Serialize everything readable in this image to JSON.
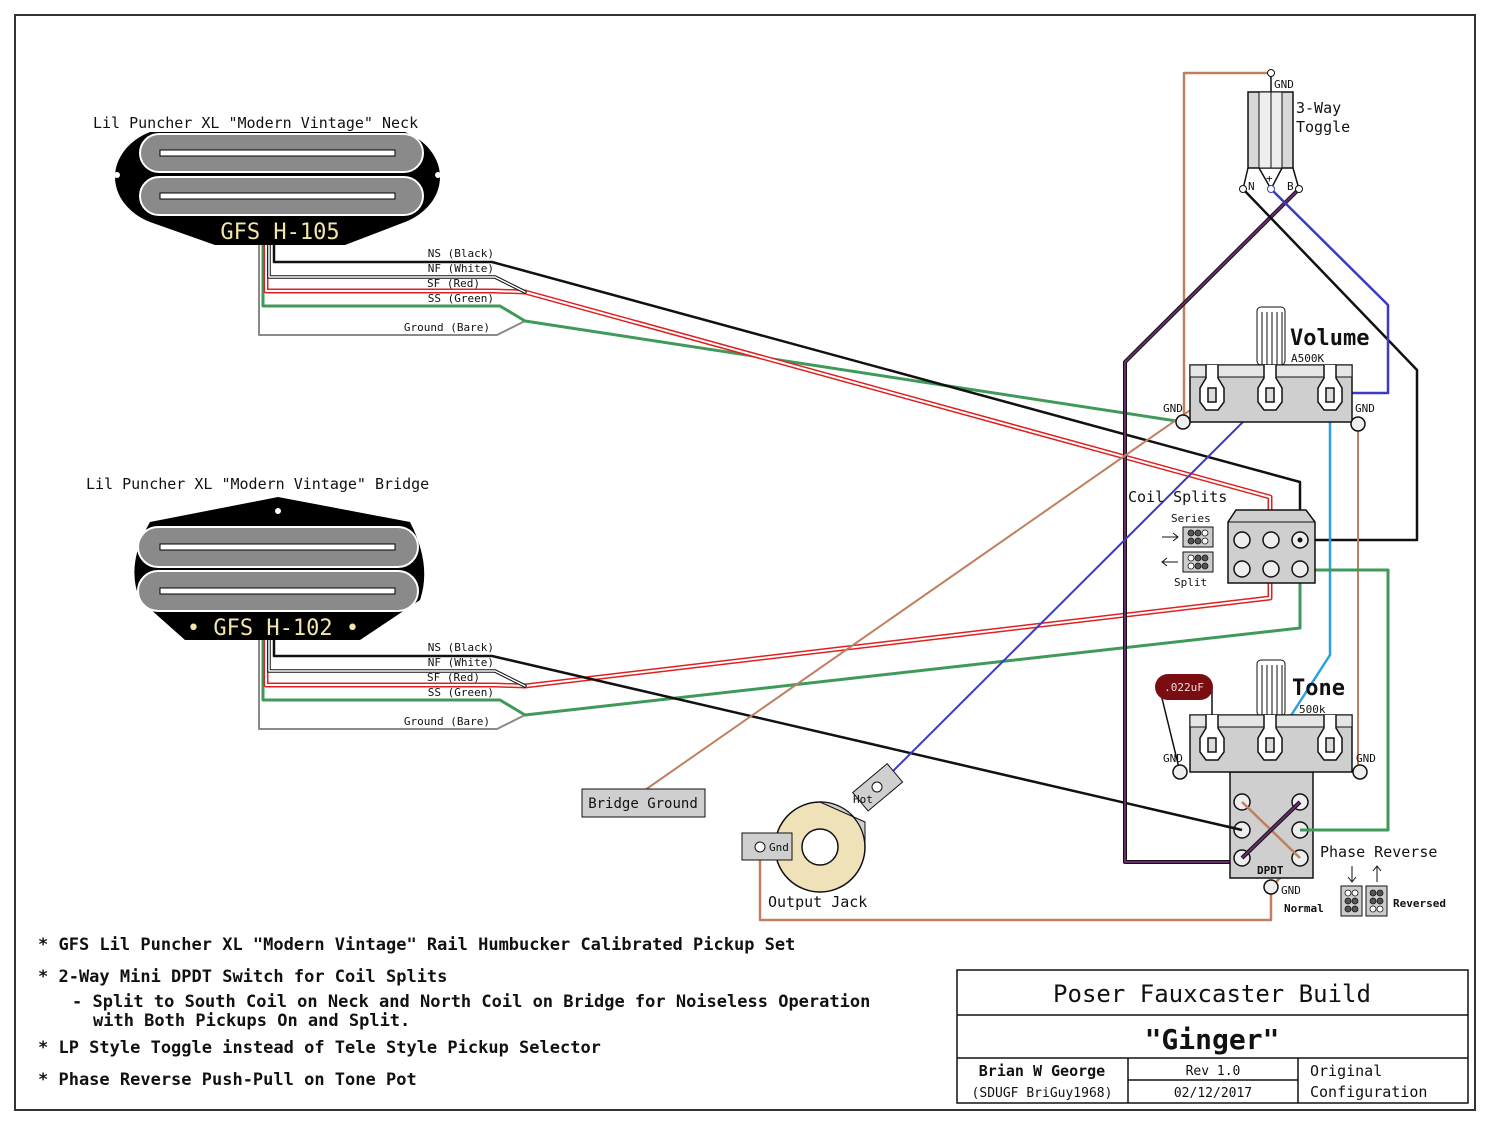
{
  "colors": {
    "black": "#111111",
    "white_wire": "#ffffff",
    "red": "#e02020",
    "green": "#3f9a5a",
    "bare": "#8a8a8a",
    "brown": "#c08060",
    "purple": "#4a1c4f",
    "blue": "#3a3ac8",
    "light_blue": "#2aa0e0",
    "pot_body": "#cfcfcf",
    "capacitor": "#7a0d12",
    "jack": "#f0e2b8"
  },
  "neck_pickup": {
    "title": "Lil Puncher XL \"Modern Vintage\" Neck",
    "model": "GFS H-105",
    "wires": [
      "NS (Black)",
      "NF (White)",
      "SF (Red)",
      "SS (Green)",
      "Ground (Bare)"
    ]
  },
  "bridge_pickup": {
    "title": "Lil Puncher XL \"Modern Vintage\" Bridge",
    "model": "• GFS H-102 •",
    "wires": [
      "NS (Black)",
      "NF (White)",
      "SF (Red)",
      "SS (Green)",
      "Ground (Bare)"
    ]
  },
  "toggle": {
    "label_1": "3-Way",
    "label_2": "Toggle",
    "gnd": "GND",
    "n": "N",
    "plus": "+",
    "b": "B"
  },
  "volume": {
    "label": "Volume",
    "value": "A500K",
    "gnd": "GND"
  },
  "coil_splits": {
    "label": "Coil Splits",
    "series": "Series",
    "split": "Split"
  },
  "tone": {
    "label": "Tone",
    "value": "500k",
    "gnd": "GND",
    "capacitor": ".022uF"
  },
  "dpdt": {
    "label": "DPDT",
    "gnd": "GND"
  },
  "phase_reverse": {
    "label": "Phase Reverse",
    "normal": "Normal",
    "reversed": "Reversed"
  },
  "output_jack": {
    "label": "Output Jack",
    "hot": "Hot",
    "gnd": "Gnd"
  },
  "bridge_ground": "Bridge Ground",
  "notes": [
    "* GFS Lil Puncher XL \"Modern Vintage\" Rail Humbucker Calibrated Pickup Set",
    "* 2-Way Mini DPDT Switch for Coil Splits",
    "- Split to South Coil on Neck and North Coil on Bridge for Noiseless Operation",
    "with Both Pickups On and Split.",
    "* LP Style Toggle instead of Tele Style Pickup Selector",
    "* Phase Reverse Push-Pull on Tone Pot"
  ],
  "title_block": {
    "project": "Poser Fauxcaster Build",
    "name": "\"Ginger\"",
    "author": "Brian W George",
    "handle": "(SDUGF BriGuy1968)",
    "revision": "Rev 1.0",
    "date": "02/12/2017",
    "config_1": "Original",
    "config_2": "Configuration"
  }
}
